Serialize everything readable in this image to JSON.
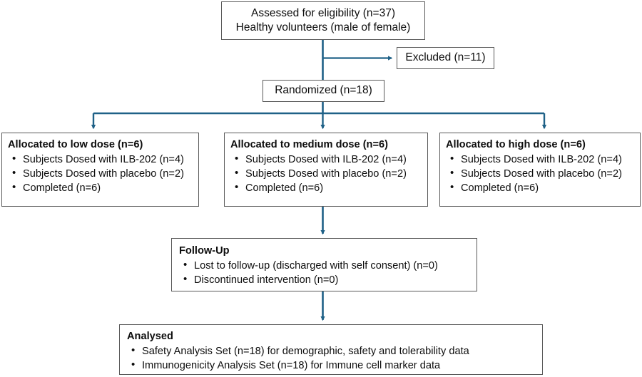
{
  "diagram": {
    "title": "CONSORT participant flow diagram",
    "colors": {
      "arrow": "#1F6187",
      "box_border": "#595959",
      "text": "#0D0D0D",
      "background": "#FFFFFF"
    },
    "nodes": {
      "assessed": {
        "lines": [
          "Assessed for eligibility (n=37)",
          "Healthy volunteers (male of female)"
        ]
      },
      "excluded": {
        "label": "Excluded (n=11)"
      },
      "randomized": {
        "label": "Randomized (n=18)"
      },
      "low_dose": {
        "heading": "Allocated to low dose (n=6)",
        "bullets": [
          "Subjects Dosed with ILB-202 (n=4)",
          "Subjects Dosed with placebo (n=2)",
          "Completed (n=6)"
        ]
      },
      "medium_dose": {
        "heading": "Allocated to medium dose (n=6)",
        "bullets": [
          "Subjects Dosed with ILB-202 (n=4)",
          "Subjects Dosed with placebo (n=2)",
          "Completed (n=6)"
        ]
      },
      "high_dose": {
        "heading": "Allocated to high dose (n=6)",
        "bullets": [
          "Subjects Dosed with ILB-202 (n=4)",
          "Subjects Dosed with placebo (n=2)",
          "Completed (n=6)"
        ]
      },
      "follow_up": {
        "heading": "Follow-Up",
        "bullets": [
          "Lost to follow-up (discharged with self consent) (n=0)",
          "Discontinued intervention (n=0)"
        ]
      },
      "analysed": {
        "heading": "Analysed",
        "bullets": [
          "Safety Analysis Set (n=18) for demographic, safety and tolerability data",
          "Immunogenicity Analysis Set (n=18) for Immune cell marker data"
        ]
      }
    }
  }
}
